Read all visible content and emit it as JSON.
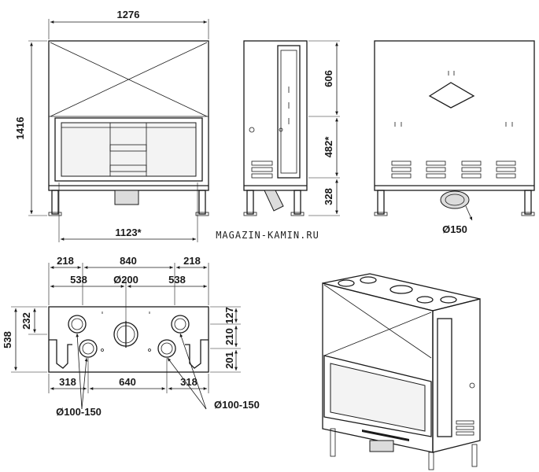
{
  "watermark": "MAGAZIN-KAMIN.RU",
  "front_view": {
    "width": "1276",
    "height": "1416",
    "opening_width": "1123*"
  },
  "side_view": {
    "top_height": "606",
    "mid_height": "482*",
    "bottom_height": "328"
  },
  "back_view": {
    "flue_diameter": "Ø150"
  },
  "top_view": {
    "left_edge": "218",
    "center_span": "840",
    "right_edge": "218",
    "left_spacing": "538",
    "center_diameter": "Ø200",
    "right_spacing": "538",
    "depth": "538",
    "front_offset": "232",
    "right_offset_top": "127",
    "right_offset_mid": "210",
    "right_offset_bottom": "201",
    "bottom_left": "318",
    "bottom_center": "640",
    "bottom_right": "318",
    "duct_left": "Ø100-150",
    "duct_right": "Ø100-150"
  }
}
